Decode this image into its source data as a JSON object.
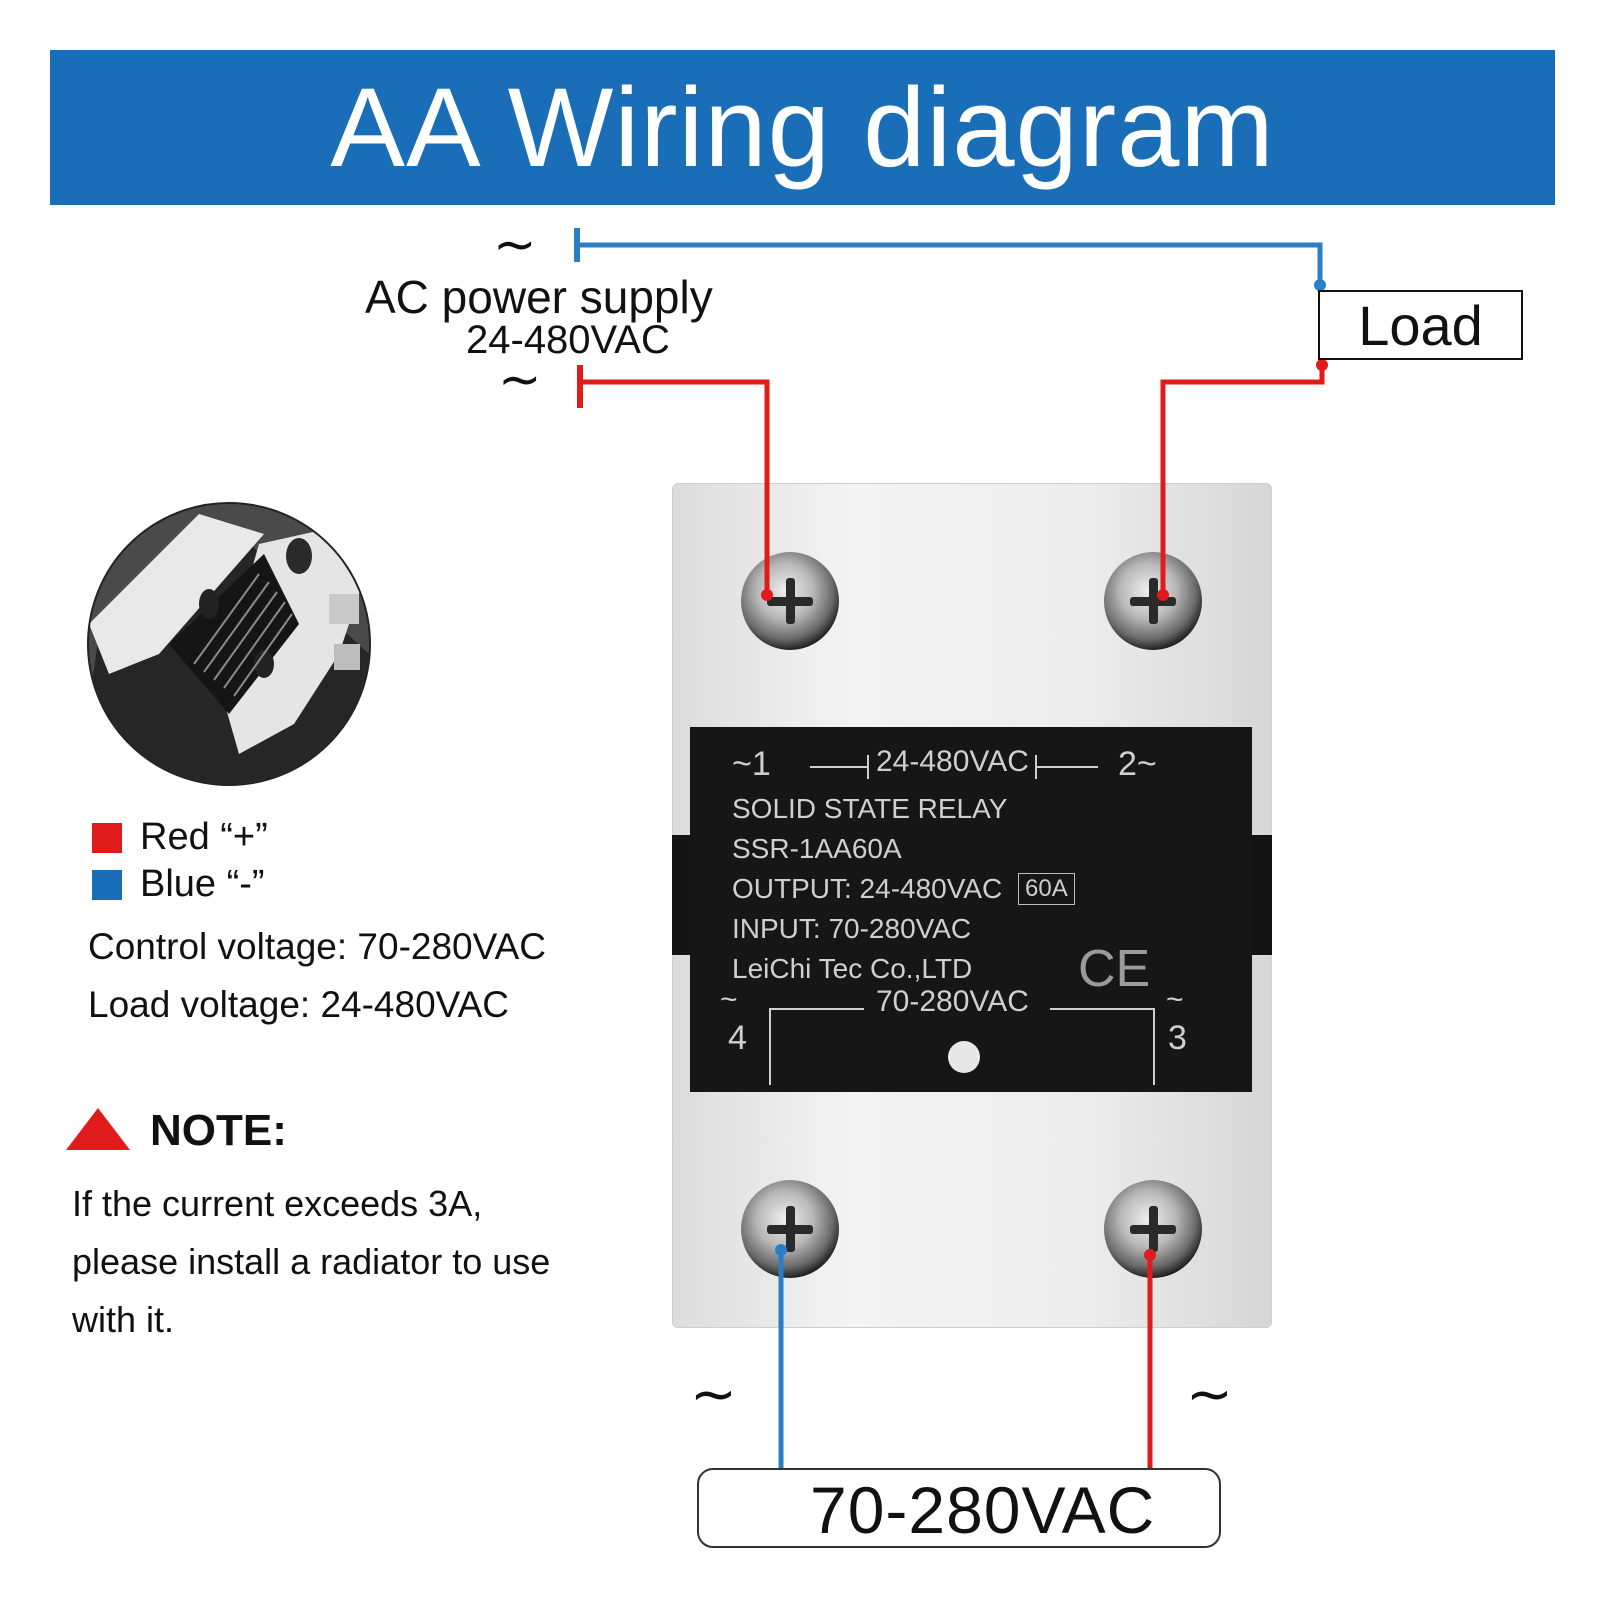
{
  "header": {
    "title": "AA Wiring diagram",
    "bg_color": "#1a6db7"
  },
  "power_supply": {
    "label": "AC power supply",
    "voltage": "24-480VAC",
    "tilde": "~"
  },
  "load": {
    "label": "Load"
  },
  "relay": {
    "top_line": {
      "left_terminal": "~1",
      "voltage": "24-480VAC",
      "right_terminal": "2~"
    },
    "product": "SOLID STATE RELAY",
    "model": "SSR-1AA60A",
    "output": "OUTPUT: 24-480VAC",
    "rating": "60A",
    "input": "INPUT: 70-280VAC",
    "maker": "LeiChi Tec Co.,LTD",
    "cert": "CE",
    "bottom_line": {
      "voltage": "70-280VAC",
      "left_tilde": "~",
      "left_num": "4",
      "right_tilde": "~",
      "right_num": "3"
    }
  },
  "legend": {
    "red": {
      "label": "Red “+”",
      "color": "#e01b1b"
    },
    "blue": {
      "label": "Blue “-”",
      "color": "#1a6db7"
    }
  },
  "specs": {
    "control": "Control voltage: 70-280VAC",
    "load": "Load voltage: 24-480VAC"
  },
  "note": {
    "title": "NOTE:",
    "body": "If the current exceeds 3A, please install a radiator to use with it."
  },
  "input_supply": {
    "voltage": "70-280VAC",
    "tilde": "~"
  },
  "wire_colors": {
    "red": "#e01b1b",
    "blue": "#2a7fc4"
  }
}
